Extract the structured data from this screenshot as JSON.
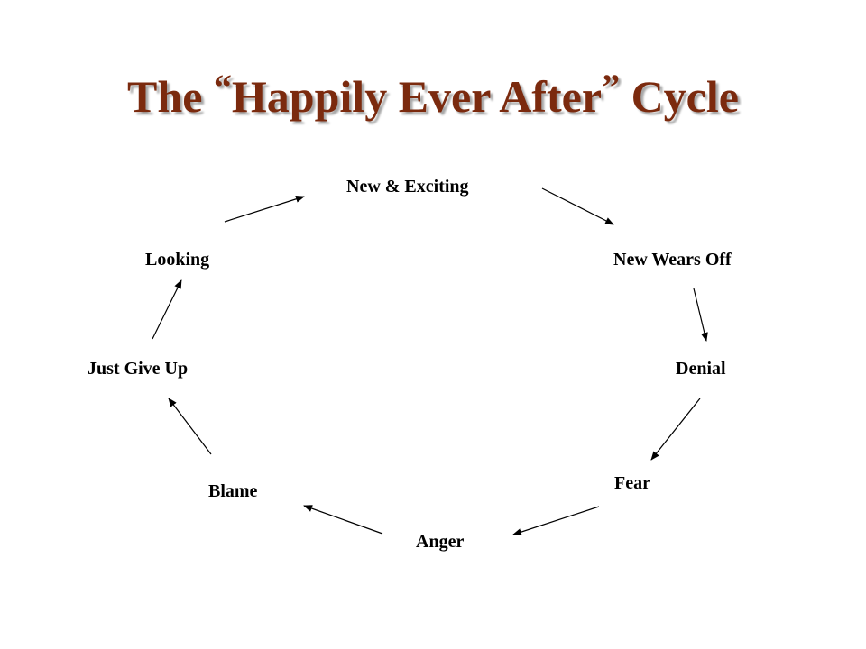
{
  "slide": {
    "title_before": "The ",
    "open_quote": "“",
    "title_main": "Happily Ever After",
    "close_quote": "”",
    "title_after": " Cycle",
    "title_color": "#7b2a0e"
  },
  "cycle": {
    "stages": [
      "New & Exciting",
      "New Wears Off",
      "Denial",
      "Fear",
      "Anger",
      "Blame",
      "Just Give Up",
      "Looking"
    ]
  }
}
